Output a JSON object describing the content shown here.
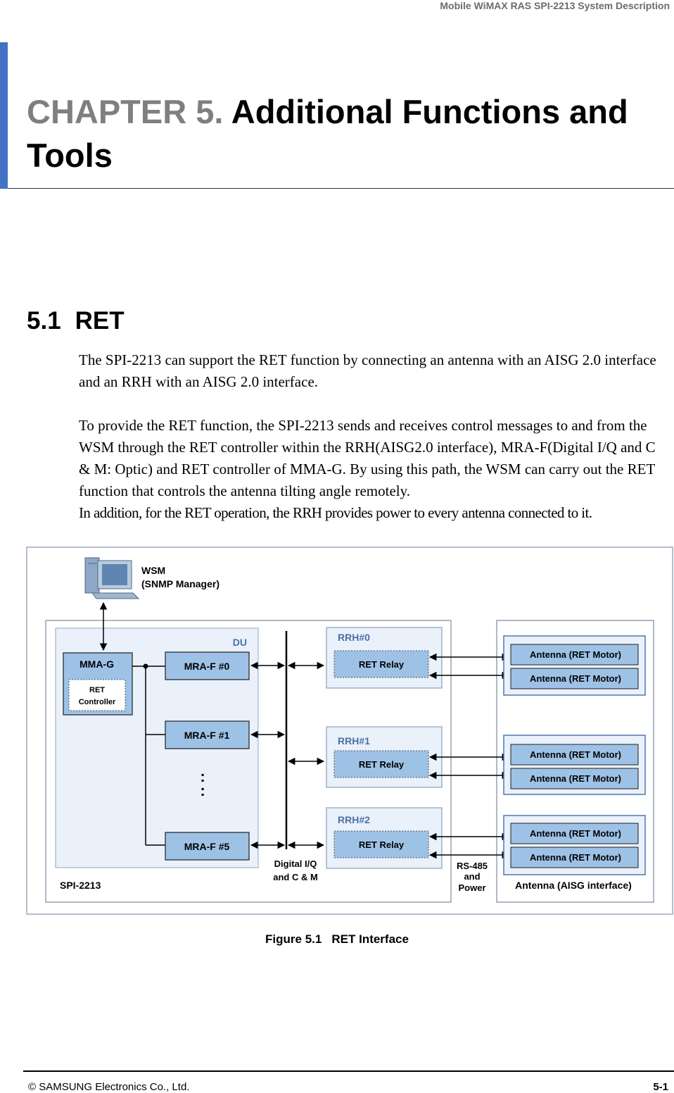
{
  "header": {
    "running_title": "Mobile WiMAX RAS SPI-2213 System Description"
  },
  "chapter": {
    "number": "CHAPTER 5.",
    "title": "Additional Functions and Tools"
  },
  "section": {
    "number": "5.1",
    "title": "RET"
  },
  "paragraphs": [
    "The SPI-2213 can support the RET function by connecting an antenna with an AISG 2.0 interface and an RRH with an AISG 2.0 interface.",
    "To provide the RET function, the SPI-2213 sends and receives control messages to and from the WSM through the RET controller within the RRH(AISG2.0 interface), MRA-F(Digital I/Q and C & M: Optic) and RET controller of MMA-G. By using this path, the WSM can carry out the RET function that controls the antenna tilting angle remotely.",
    "In addition, for the RET operation, the RRH provides power to every antenna connected to it."
  ],
  "diagram": {
    "wsm": {
      "name": "WSM",
      "role": "(SNMP Manager)"
    },
    "du_label": "DU",
    "mma_g": "MMA-G",
    "ret_controller": [
      "RET",
      "Controller"
    ],
    "mra_f": [
      "MRA-F #0",
      "MRA-F #1",
      "MRA-F #5"
    ],
    "ellipsis": ":",
    "bus_label": [
      "Digital I/Q",
      "and C & M"
    ],
    "spi_label": "SPI-2213",
    "rrh": [
      {
        "name": "RRH#0",
        "relay": "RET Relay"
      },
      {
        "name": "RRH#1",
        "relay": "RET Relay"
      },
      {
        "name": "RRH#2",
        "relay": "RET Relay"
      }
    ],
    "link_label": [
      "RS-485",
      "and",
      "Power"
    ],
    "antenna_motor": "Antenna (RET Motor)",
    "antenna_group_label": "Antenna (AISG interface)"
  },
  "caption": {
    "number": "Figure 5.1",
    "title": "RET Interface"
  },
  "footer": {
    "left": "© SAMSUNG Electronics Co., Ltd.",
    "right": "5-1"
  },
  "colors": {
    "accent": "#4472c4",
    "rrh_label": "#4a6fa5",
    "box_fill": "#9ec2e6",
    "panel_fill": "#eaf1fa"
  }
}
